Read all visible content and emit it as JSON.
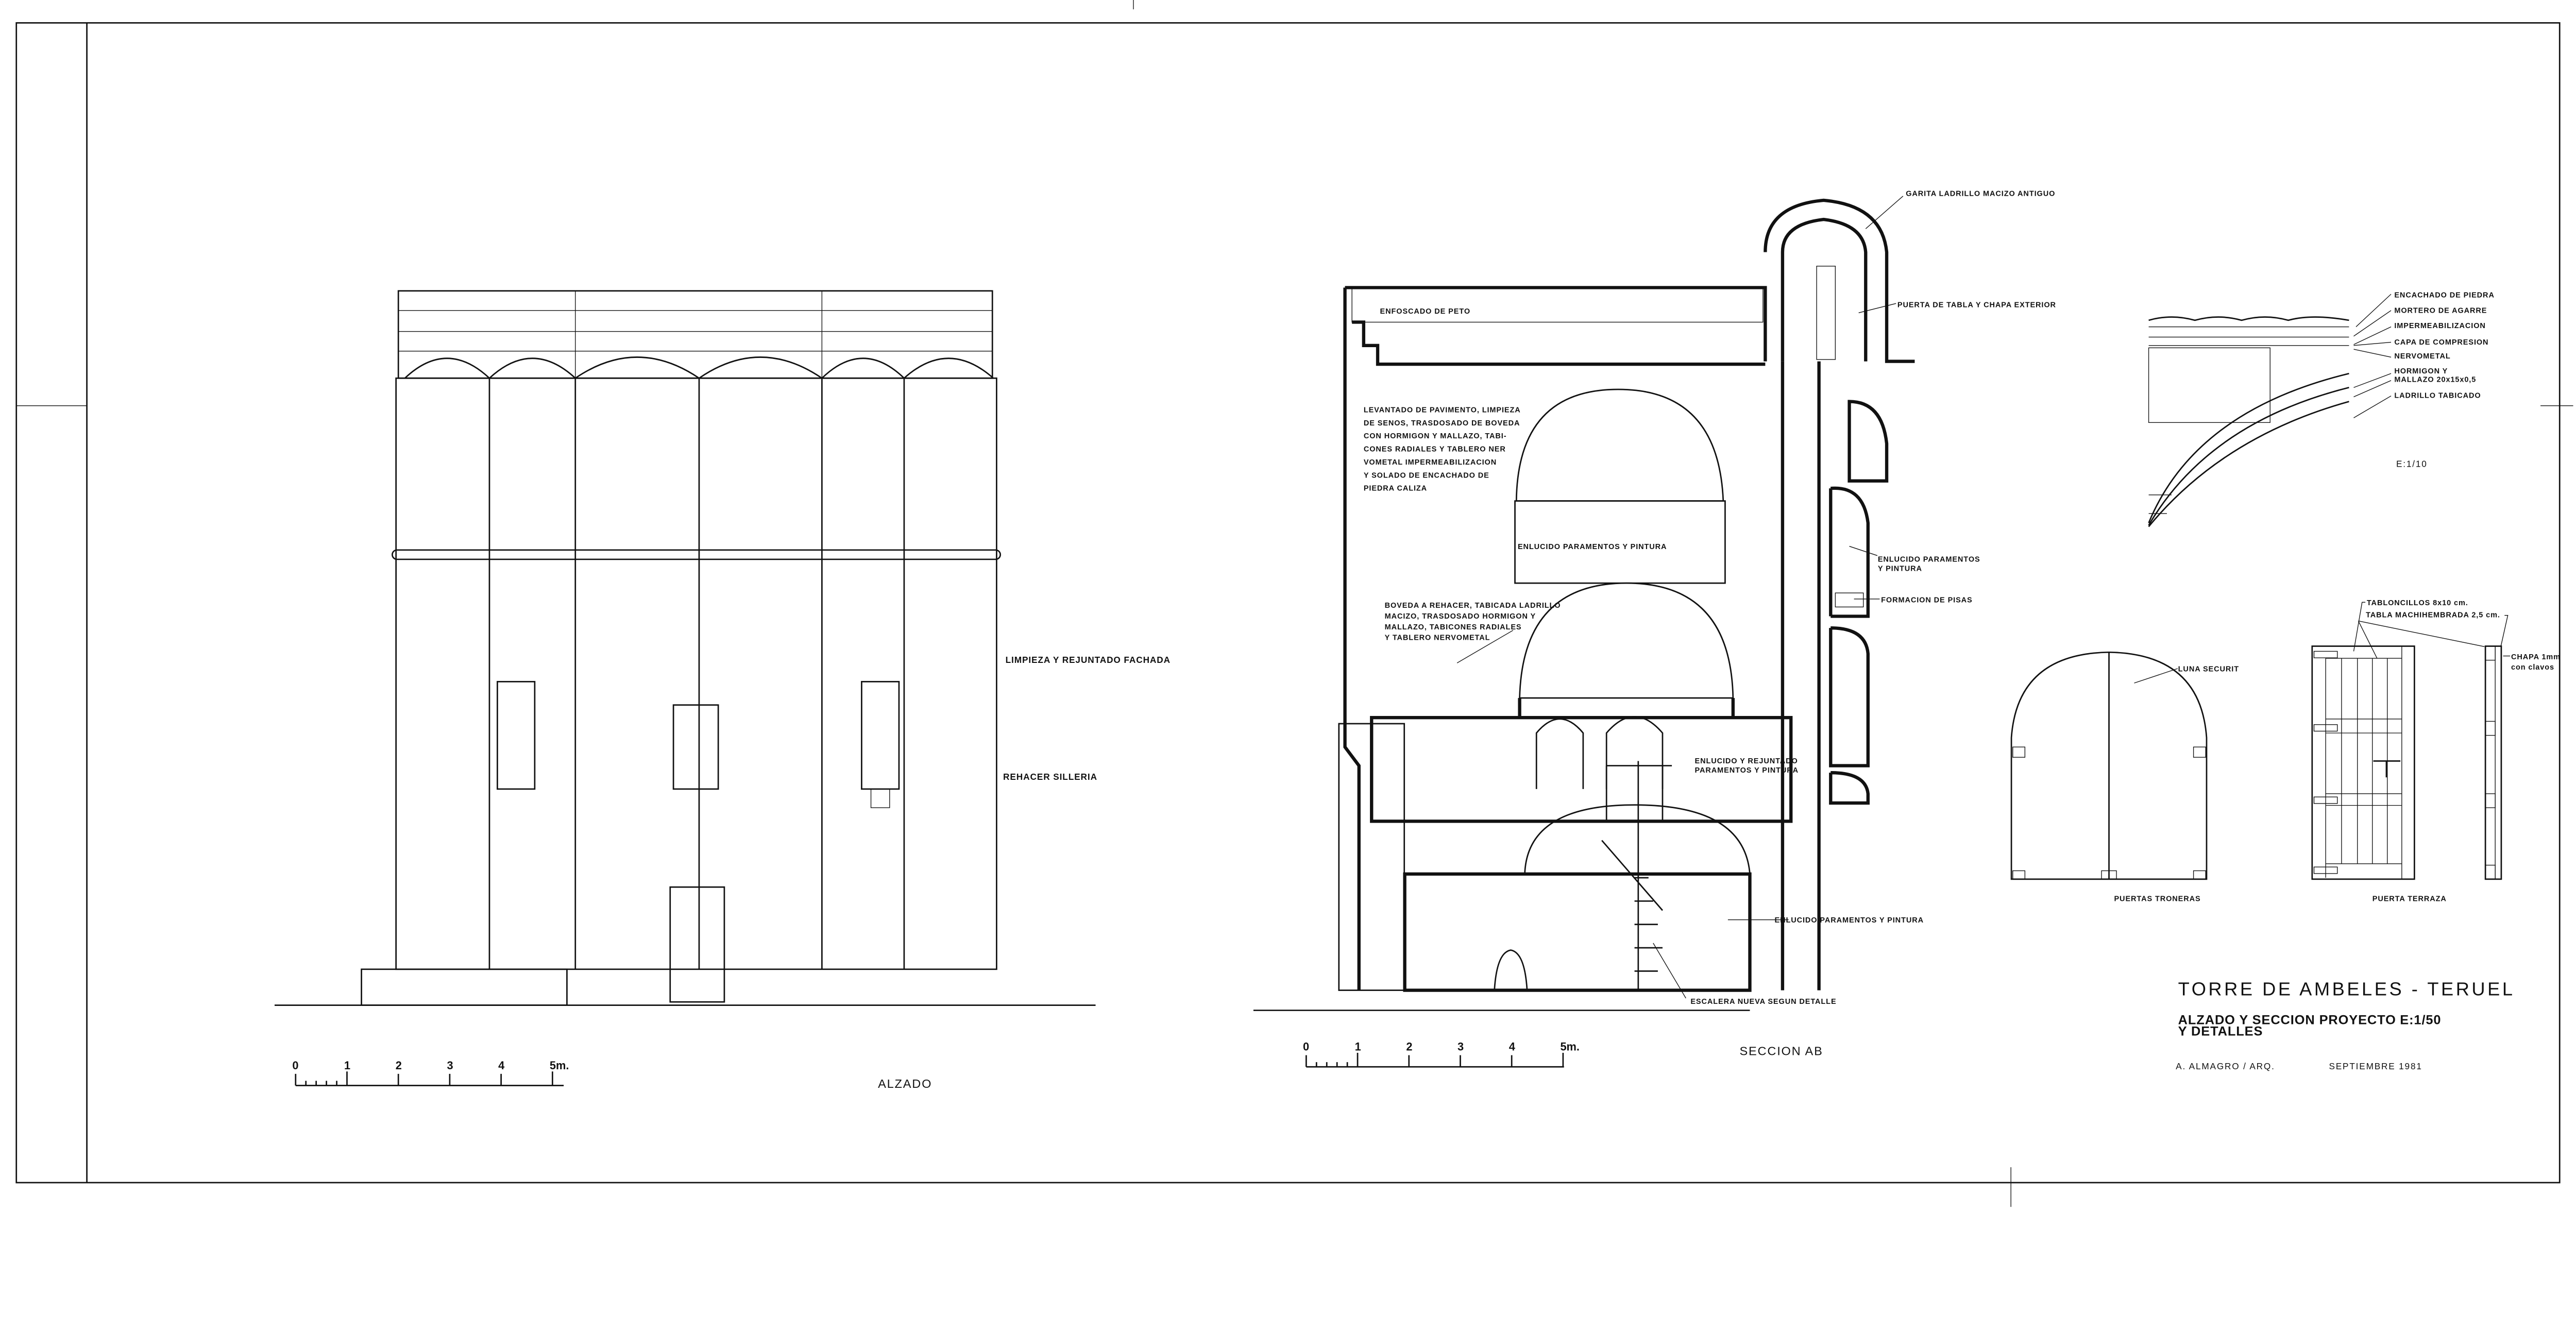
{
  "sheet": {
    "title": "TORRE DE AMBELES - TERUEL",
    "subtitle_line1": "ALZADO Y SECCION  PROYECTO",
    "subtitle_line2": "Y DETALLES",
    "scale": "E:1/50",
    "author": "A. ALMAGRO / ARQ.",
    "date": "SEPTIEMBRE 1981",
    "line_color": "#111111",
    "paper_color": "#ffffff"
  },
  "alzado": {
    "caption": "ALZADO",
    "notes": [
      "LIMPIEZA Y REJUNTADO FACHADA",
      "REHACER SILLERIA"
    ],
    "scale_ticks": [
      "0",
      "1",
      "2",
      "3",
      "4",
      "5m."
    ]
  },
  "seccion": {
    "caption": "SECCION AB",
    "scale_ticks": [
      "0",
      "1",
      "2",
      "3",
      "4",
      "5m."
    ],
    "garita": "GARITA LADRILLO MACIZO ANTIGUO",
    "puerta": "PUERTA DE TABLA Y CHAPA EXTERIOR",
    "peto": "ENFOSCADO DE PETO",
    "levantado": [
      "LEVANTADO DE PAVIMENTO, LIMPIEZA",
      "DE SENOS, TRASDOSADO DE BOVEDA",
      "CON HORMIGON Y MALLAZO, TABI-",
      "CONES RADIALES Y TABLERO NER",
      "VOMETAL IMPERMEABILIZACION",
      "Y SOLADO DE ENCACHADO DE",
      "PIEDRA CALIZA"
    ],
    "enlucido_upper": "ENLUCIDO PARAMENTOS Y PINTURA",
    "enlucido_stair": [
      "ENLUCIDO PARAMENTOS",
      "Y PINTURA"
    ],
    "pisas": "FORMACION DE PISAS",
    "boveda": [
      "BOVEDA A REHACER, TABICADA LADRILLO",
      "MACIZO, TRASDOSADO HORMIGON Y",
      "MALLAZO, TABICONES RADIALES",
      "Y TABLERO NERVOMETAL"
    ],
    "rejuntado": [
      "ENLUCIDO Y REJUNTADO",
      "PARAMENTOS Y PINTURA"
    ],
    "enlucido_lower": "ENLUCIDO PARAMENTOS Y PINTURA",
    "escalera": "ESCALERA NUEVA SEGUN DETALLE"
  },
  "detail": {
    "layers": [
      "ENCACHADO DE PIEDRA",
      "MORTERO DE AGARRE",
      "IMPERMEABILIZACION",
      "CAPA DE COMPRESION",
      "NERVOMETAL",
      "HORMIGON Y",
      "MALLAZO 20x15x0,5",
      "LADRILLO TABICADO"
    ],
    "scale": "E:1/10"
  },
  "doors": {
    "troneras_caption": "PUERTAS TRONERAS",
    "luna": "LUNA SECURIT",
    "terraza_caption": "PUERTA TERRAZA",
    "tabloncillos": "TABLONCILLOS 8x10 cm.",
    "tabla": "TABLA MACHIHEMBRADA 2,5 cm.",
    "chapa": [
      "CHAPA 1mm",
      "con clavos"
    ]
  }
}
